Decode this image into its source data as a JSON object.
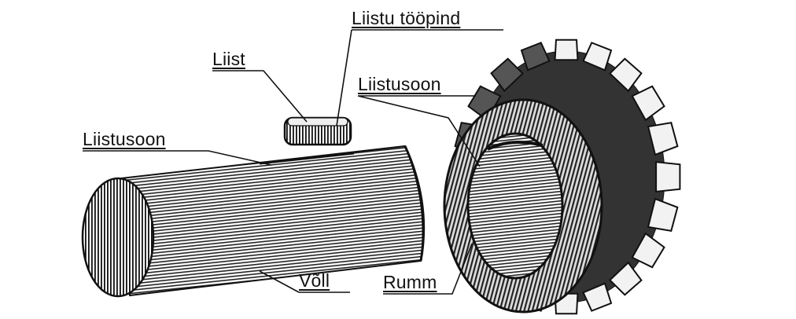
{
  "labels": {
    "key_working_surface": "Liistu tööpind",
    "key": "Liist",
    "keyway_hub": "Liistusoon",
    "keyway_shaft": "Liistusoon",
    "shaft": "Võll",
    "hub": "Rumm"
  }
}
